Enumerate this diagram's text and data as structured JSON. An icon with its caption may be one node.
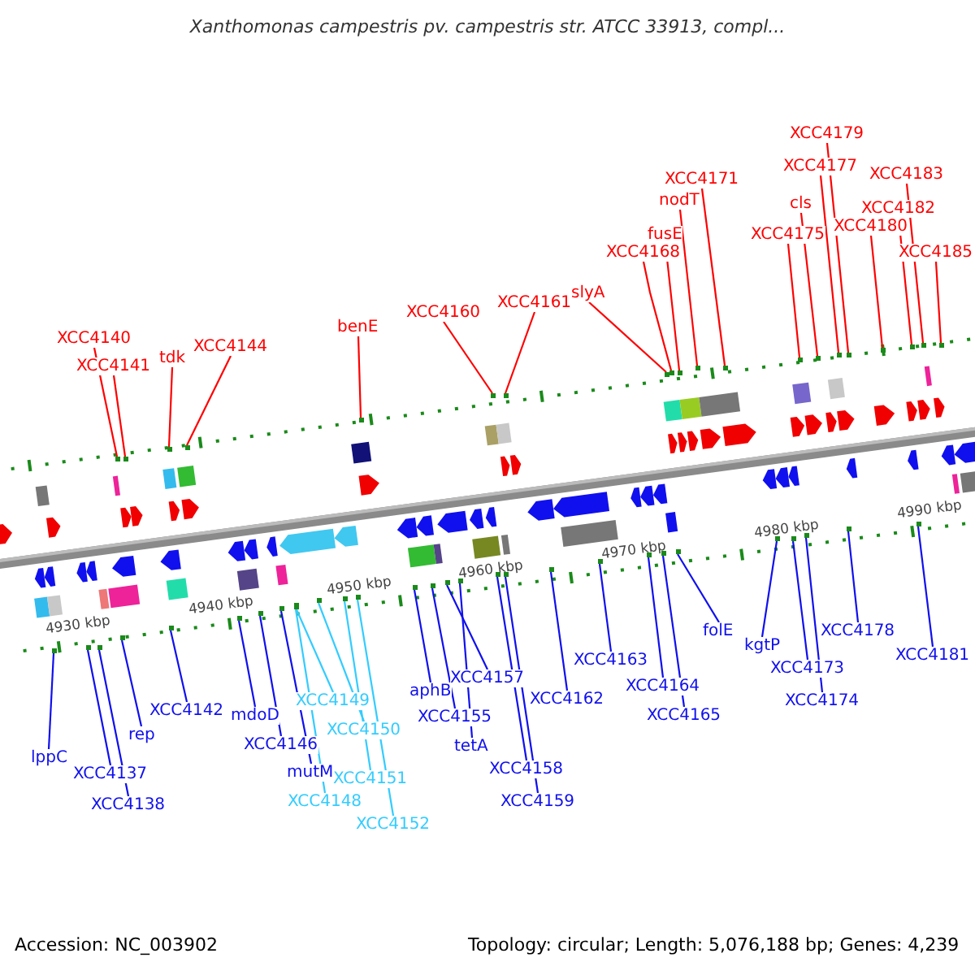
{
  "diagram": {
    "title": "Xanthomonas campestris pv. campestris str. ATCC 33913, compl...",
    "nodes": [
      {
        "text": [
          "XCC4140"
        ]
      },
      {
        "text": [
          "XCC4141"
        ]
      },
      {
        "text": [
          "tdk"
        ]
      },
      {
        "text": [
          "XCC4144"
        ]
      },
      {
        "text": [
          "benE"
        ]
      },
      {
        "text": [
          "XCC4160"
        ]
      },
      {
        "text": [
          "XCC4161"
        ]
      },
      {
        "text": [
          "slyA"
        ]
      },
      {
        "text": [
          "XCC4168"
        ]
      },
      {
        "text": [
          "fusE"
        ]
      },
      {
        "text": [
          "nodT"
        ]
      },
      {
        "text": [
          "XCC4171"
        ]
      },
      {
        "text": [
          "XCC4175"
        ]
      },
      {
        "text": [
          "cls"
        ]
      },
      {
        "text": [
          "XCC4177"
        ]
      },
      {
        "text": [
          "XCC4179"
        ]
      },
      {
        "text": [
          "XCC4180"
        ]
      },
      {
        "text": [
          "XCC4182"
        ]
      },
      {
        "text": [
          "XCC4183"
        ]
      },
      {
        "text": [
          "XCC4185"
        ]
      },
      {
        "text": [
          "lppC"
        ]
      },
      {
        "text": [
          "XCC4137"
        ]
      },
      {
        "text": [
          "XCC4138"
        ]
      },
      {
        "text": [
          "rep"
        ]
      },
      {
        "text": [
          "XCC4142"
        ]
      },
      {
        "text": [
          "mdoD"
        ]
      },
      {
        "text": [
          "XCC4146"
        ]
      },
      {
        "text": [
          "mutM"
        ]
      },
      {
        "text": [
          "XCC4149"
        ]
      },
      {
        "text": [
          "XCC4150"
        ]
      },
      {
        "text": [
          "XCC4151"
        ]
      },
      {
        "text": [
          "XCC4148"
        ]
      },
      {
        "text": [
          "XCC4152"
        ]
      },
      {
        "text": [
          "aphB"
        ]
      },
      {
        "text": [
          "XCC4155"
        ]
      },
      {
        "text": [
          "XCC4157"
        ]
      },
      {
        "text": [
          "tetA"
        ]
      },
      {
        "text": [
          "XCC4158"
        ]
      },
      {
        "text": [
          "XCC4159"
        ]
      },
      {
        "text": [
          "XCC4162"
        ]
      },
      {
        "text": [
          "XCC4163"
        ]
      },
      {
        "text": [
          "XCC4164"
        ]
      },
      {
        "text": [
          "XCC4165"
        ]
      },
      {
        "text": [
          "folE"
        ]
      },
      {
        "text": [
          "kgtP"
        ]
      },
      {
        "text": [
          "XCC4173"
        ]
      },
      {
        "text": [
          "XCC4174"
        ]
      },
      {
        "text": [
          "XCC4178"
        ]
      },
      {
        "text": [
          "XCC4181"
        ]
      },
      {
        "text": [],
        "shape": "box"
      },
      {
        "text": [],
        "shape": "box"
      },
      {
        "text": [],
        "shape": "box"
      },
      {
        "text": [],
        "shape": "box"
      },
      {
        "text": [],
        "shape": "box"
      },
      {
        "text": [],
        "shape": "box"
      },
      {
        "text": [],
        "shape": "box"
      },
      {
        "text": [],
        "shape": "box"
      },
      {
        "text": [],
        "shape": "box"
      },
      {
        "text": [],
        "shape": "box"
      },
      {
        "text": [],
        "shape": "box"
      },
      {
        "text": [],
        "shape": "box"
      },
      {
        "text": [],
        "shape": "box"
      },
      {
        "text": [],
        "shape": "box"
      },
      {
        "text": [],
        "shape": "box"
      },
      {
        "text": [],
        "shape": "box"
      },
      {
        "text": [],
        "shape": "box"
      },
      {
        "text": [],
        "shape": "box"
      },
      {
        "text": [],
        "shape": "box"
      },
      {
        "text": [],
        "shape": "box"
      },
      {
        "text": [],
        "shape": "box"
      },
      {
        "text": [],
        "shape": "box"
      },
      {
        "text": [],
        "shape": "box"
      },
      {
        "text": [],
        "shape": "box"
      },
      {
        "text": [],
        "shape": "box"
      },
      {
        "text": [],
        "shape": "box"
      },
      {
        "text": [],
        "shape": "box"
      },
      {
        "text": [],
        "shape": "box"
      },
      {
        "text": [],
        "shape": "box"
      },
      {
        "text": [],
        "shape": "box"
      },
      {
        "text": [],
        "shape": "box"
      },
      {
        "text": [],
        "shape": "box"
      },
      {
        "text": [],
        "shape": "box"
      },
      {
        "text": [],
        "shape": "box"
      },
      {
        "text": [],
        "shape": "box"
      },
      {
        "text": [],
        "shape": "box"
      },
      {
        "text": [],
        "shape": "box"
      },
      {
        "text": [],
        "shape": "box"
      },
      {
        "text": [],
        "shape": "box"
      },
      {
        "text": [],
        "shape": "box"
      },
      {
        "text": [],
        "shape": "box"
      },
      {
        "text": [],
        "shape": "box"
      },
      {
        "text": [],
        "shape": "box"
      },
      {
        "text": [],
        "shape": "box"
      },
      {
        "text": [],
        "shape": "box"
      },
      {
        "text": [],
        "shape": "box"
      },
      {
        "text": [],
        "shape": "box"
      },
      {
        "text": [],
        "shape": "box"
      },
      {
        "text": [],
        "shape": "box"
      }
    ],
    "edges": [
      {
        "from": 0,
        "to": 49,
        "arrow": "none",
        "color": "#ff0000"
      },
      {
        "from": 1,
        "to": 50,
        "arrow": "none",
        "color": "#ff0000"
      },
      {
        "from": 2,
        "to": 51,
        "arrow": "none",
        "color": "#ff0000"
      },
      {
        "from": 3,
        "to": 52,
        "arrow": "none",
        "color": "#ff0000"
      },
      {
        "from": 4,
        "to": 53,
        "arrow": "none",
        "color": "#ff0000"
      },
      {
        "from": 5,
        "to": 54,
        "arrow": "none",
        "color": "#ff0000"
      },
      {
        "from": 6,
        "to": 55,
        "arrow": "none",
        "color": "#ff0000"
      },
      {
        "from": 7,
        "to": 56,
        "arrow": "none",
        "color": "#ff0000"
      },
      {
        "from": 8,
        "to": 57,
        "arrow": "none",
        "color": "#ff0000"
      },
      {
        "from": 9,
        "to": 58,
        "arrow": "none",
        "color": "#ff0000"
      },
      {
        "from": 10,
        "to": 59,
        "arrow": "none",
        "color": "#ff0000"
      },
      {
        "from": 11,
        "to": 60,
        "arrow": "none",
        "color": "#ff0000"
      },
      {
        "from": 12,
        "to": 61,
        "arrow": "none",
        "color": "#ff0000"
      },
      {
        "from": 13,
        "to": 62,
        "arrow": "none",
        "color": "#ff0000"
      },
      {
        "from": 14,
        "to": 63,
        "arrow": "none",
        "color": "#ff0000"
      },
      {
        "from": 15,
        "to": 64,
        "arrow": "none",
        "color": "#ff0000"
      },
      {
        "from": 16,
        "to": 65,
        "arrow": "none",
        "color": "#ff0000"
      },
      {
        "from": 17,
        "to": 66,
        "arrow": "none",
        "color": "#ff0000"
      },
      {
        "from": 18,
        "to": 67,
        "arrow": "none",
        "color": "#ff0000"
      },
      {
        "from": 19,
        "to": 68,
        "arrow": "none",
        "color": "#ff0000"
      },
      {
        "from": 20,
        "to": 69,
        "arrow": "none"
      },
      {
        "from": 21,
        "to": 70,
        "arrow": "none"
      },
      {
        "from": 22,
        "to": 71,
        "arrow": "none"
      },
      {
        "from": 23,
        "to": 72,
        "arrow": "none"
      },
      {
        "from": 24,
        "to": 73,
        "arrow": "none"
      },
      {
        "from": 25,
        "to": 74,
        "arrow": "none"
      },
      {
        "from": 26,
        "to": 75,
        "arrow": "none"
      },
      {
        "from": 27,
        "to": 76,
        "arrow": "none"
      },
      {
        "from": 28,
        "to": 77,
        "arrow": "none",
        "color": "#33ccff"
      },
      {
        "from": 29,
        "to": 78,
        "arrow": "none",
        "color": "#33ccff"
      },
      {
        "from": 30,
        "to": 79,
        "arrow": "none",
        "color": "#33ccff"
      },
      {
        "from": 31,
        "to": 80,
        "arrow": "none",
        "color": "#33ccff"
      },
      {
        "from": 32,
        "to": 81,
        "arrow": "none",
        "color": "#33ccff"
      },
      {
        "from": 33,
        "to": 82,
        "arrow": "none"
      },
      {
        "from": 34,
        "to": 83,
        "arrow": "none"
      },
      {
        "from": 35,
        "to": 84,
        "arrow": "none"
      },
      {
        "from": 36,
        "to": 85,
        "arrow": "none"
      },
      {
        "from": 37,
        "to": 86,
        "arrow": "none"
      },
      {
        "from": 38,
        "to": 87,
        "arrow": "none"
      },
      {
        "from": 39,
        "to": 88,
        "arrow": "none"
      },
      {
        "from": 40,
        "to": 89,
        "arrow": "none"
      },
      {
        "from": 41,
        "to": 90,
        "arrow": "none"
      },
      {
        "from": 42,
        "to": 91,
        "arrow": "none"
      },
      {
        "from": 43,
        "to": 92,
        "arrow": "none"
      },
      {
        "from": 44,
        "to": 93,
        "arrow": "none"
      },
      {
        "from": 45,
        "to": 94,
        "arrow": "none"
      },
      {
        "from": 46,
        "to": 95,
        "arrow": "none"
      },
      {
        "from": 47,
        "to": 96,
        "arrow": "none"
      },
      {
        "from": 48,
        "to": 97,
        "arrow": "none"
      }
    ],
    "labels": [
      "4930 kbp",
      "4940 kbp",
      "4950 kbp",
      "4960 kbp",
      "4970 kbp",
      "4980 kbp",
      "4990 kbp",
      "Accession: NC_003902",
      "Topology: circular; Length: 5,076,188 bp; Genes: 4,239"
    ]
  }
}
